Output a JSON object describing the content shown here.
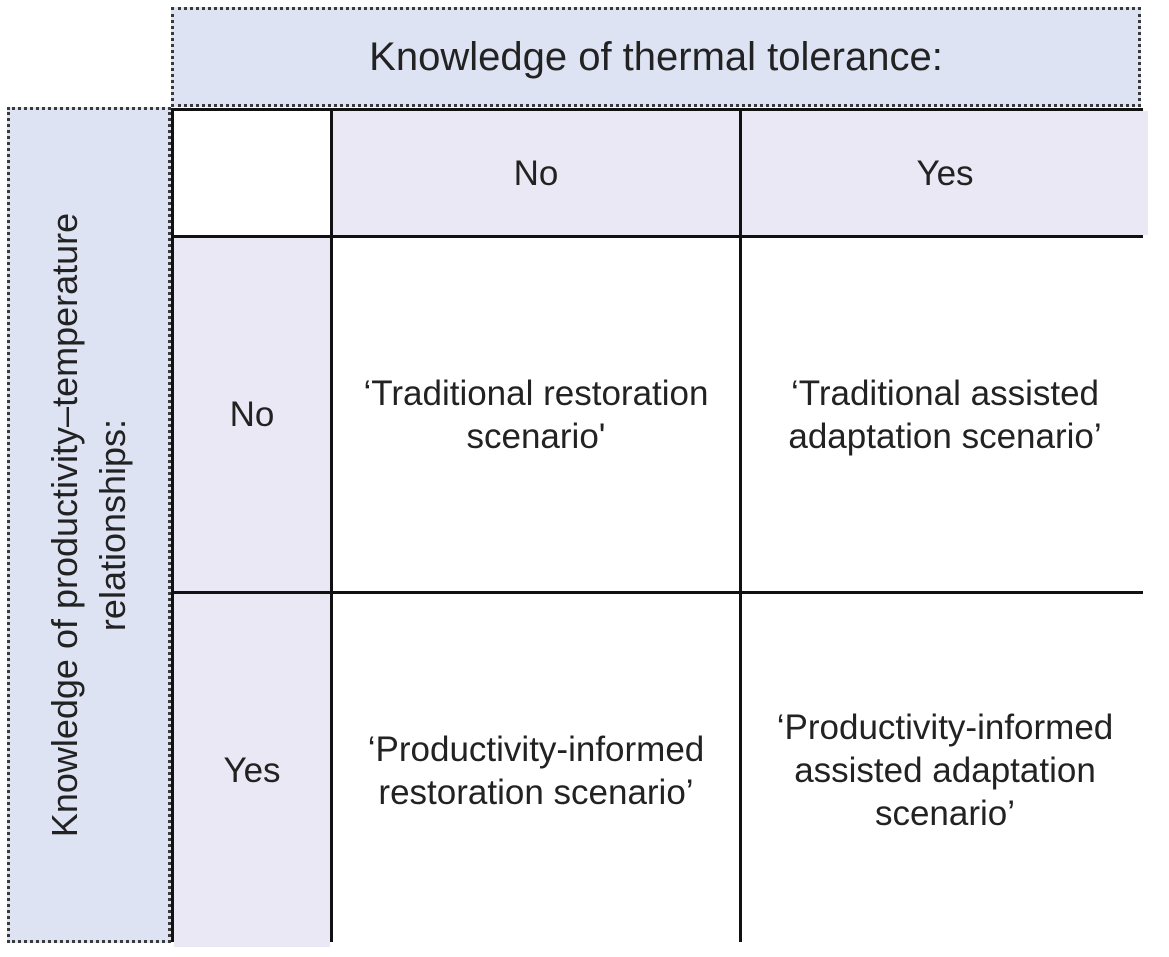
{
  "top_header": "Knowledge of thermal tolerance:",
  "side_header": "Knowledge of productivity–temperature relationships:",
  "columns": [
    "No",
    "Yes"
  ],
  "rows": [
    {
      "label": "No",
      "cells": [
        "‘Traditional restoration scenario'",
        "‘Traditional assisted adaptation scenario’"
      ]
    },
    {
      "label": "Yes",
      "cells": [
        "‘Productivity-informed restoration scenario’",
        "‘Productivity-informed assisted adaptation scenario’"
      ]
    }
  ],
  "colors": {
    "outer_header_fill": "#dde3f2",
    "inner_header_fill": "#e9e8f4",
    "grid_line": "#111111"
  }
}
